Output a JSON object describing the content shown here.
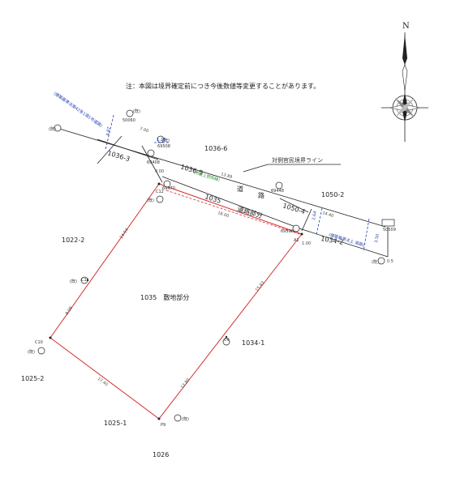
{
  "note": "注：本図は境界確定前につき今後数値等変更することがあります。",
  "compass": {
    "north_label": "N"
  },
  "lots": {
    "l1036_6": "1036-6",
    "l1036_3": "1036-3",
    "l1036_9": "1036-9",
    "l1035_road": "1035",
    "road_a": "道",
    "road_b": "路",
    "road_part": "道路部分",
    "l1050_2": "1050-2",
    "l1050_4": "1050-4",
    "l1034_2": "1034-2",
    "l1022_2": "1022-2",
    "l1035_site": "1035　敷地部分",
    "l1034_1": "1034-1",
    "l1025_2": "1025-2",
    "l1025_1": "1025-1",
    "l1026": "1026"
  },
  "boundary_line_label": "対側官民境界ライン",
  "green_label": "(市道上野岡線)",
  "blue_labels": {
    "left": "(建築基準法第42条1項1号道路)",
    "right": "(建築基準法上 道路)"
  },
  "points": {
    "p50060": "50060",
    "p69508": "69508",
    "p69408": "69408",
    "p69470": "69470",
    "p69448": "69448",
    "p69508b": "69508",
    "p50509": "50509",
    "pC12": "C12",
    "pC11": "C11",
    "pC10": "C10",
    "pA1": "A1",
    "pP9": "P9",
    "pC9": "C9"
  },
  "marker_text": {
    "ji": "(既)",
    "kana": "(既)"
  },
  "dimensions": {
    "d7_00": "7.00",
    "d1_26": "1.26",
    "d13_89": "13.89",
    "d14_40": "14.40",
    "d18_00": "18.00",
    "d14_54": "14.54",
    "d15_43": "15.43",
    "d8_08": "8.08",
    "d17_40": "17.40",
    "d12_80": "12.80",
    "d4_87": "4.87",
    "d2_64": "2.64",
    "d0_5": "0.5",
    "d3_50": "3.50",
    "d1_00": "1.00",
    "d4_00": "4.00"
  },
  "colors": {
    "parcel_line": "#d23030",
    "survey_line": "#222222",
    "dashed_red": "#d23030",
    "blue": "#1f3fb0",
    "green": "#2e9a3a"
  }
}
